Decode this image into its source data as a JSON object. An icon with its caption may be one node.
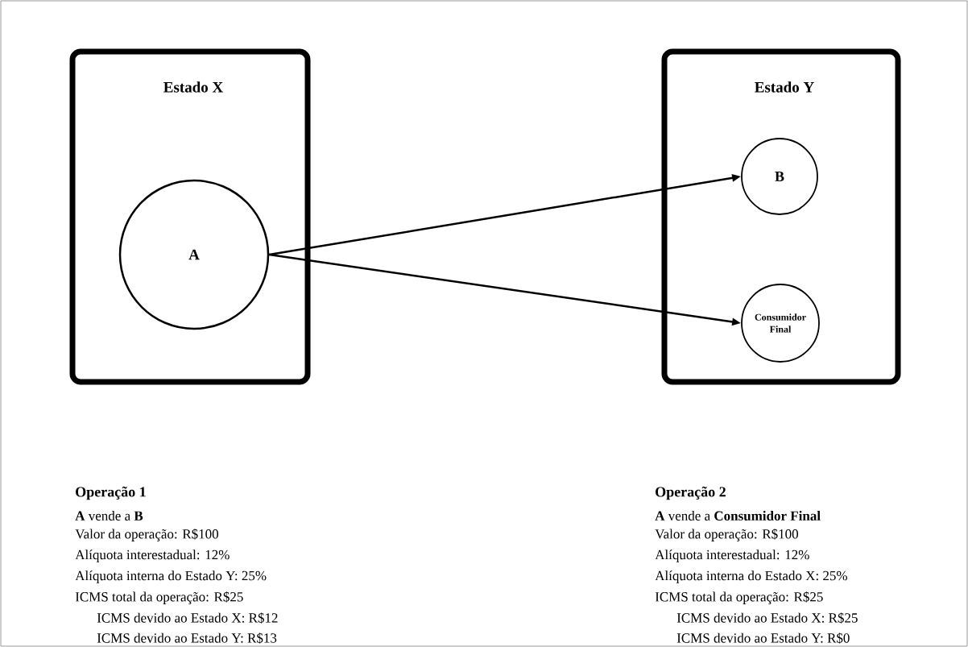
{
  "diagram": {
    "nodes": [
      {
        "text": [
          "Estado X"
        ]
      },
      {
        "text": [
          "A"
        ],
        "in": 0
      },
      {
        "text": [
          "Estado Y"
        ]
      },
      {
        "text": [
          "B"
        ],
        "in": 2
      },
      {
        "text": [
          "Consumidor Final"
        ],
        "in": 2
      }
    ],
    "edges": [
      {
        "from": 1,
        "to": 3,
        "arrow": "to"
      },
      {
        "from": 1,
        "to": 4,
        "arrow": "to"
      }
    ],
    "labels": [
      "Operação 1",
      "**A** vende a **B**",
      "Valor da operação: R$100",
      "Alíquota interestadual: 12%",
      "Alíquota interna do Estado Y: 25%",
      "ICMS total da operação: R$25",
      "ICMS devido ao Estado X: R$12",
      "ICMS devido ao Estado Y: R$13",
      "Operação 2",
      "**A** vende a **Consumidor Final**",
      "Valor da operação: R$100",
      "Alíquota interestadual: 12%",
      "Alíquota interna do Estado X: 25%",
      "ICMS total da operação: R$25",
      "ICMS devido ao Estado X: R$25",
      "ICMS devido ao Estado Y: R$0"
    ]
  }
}
